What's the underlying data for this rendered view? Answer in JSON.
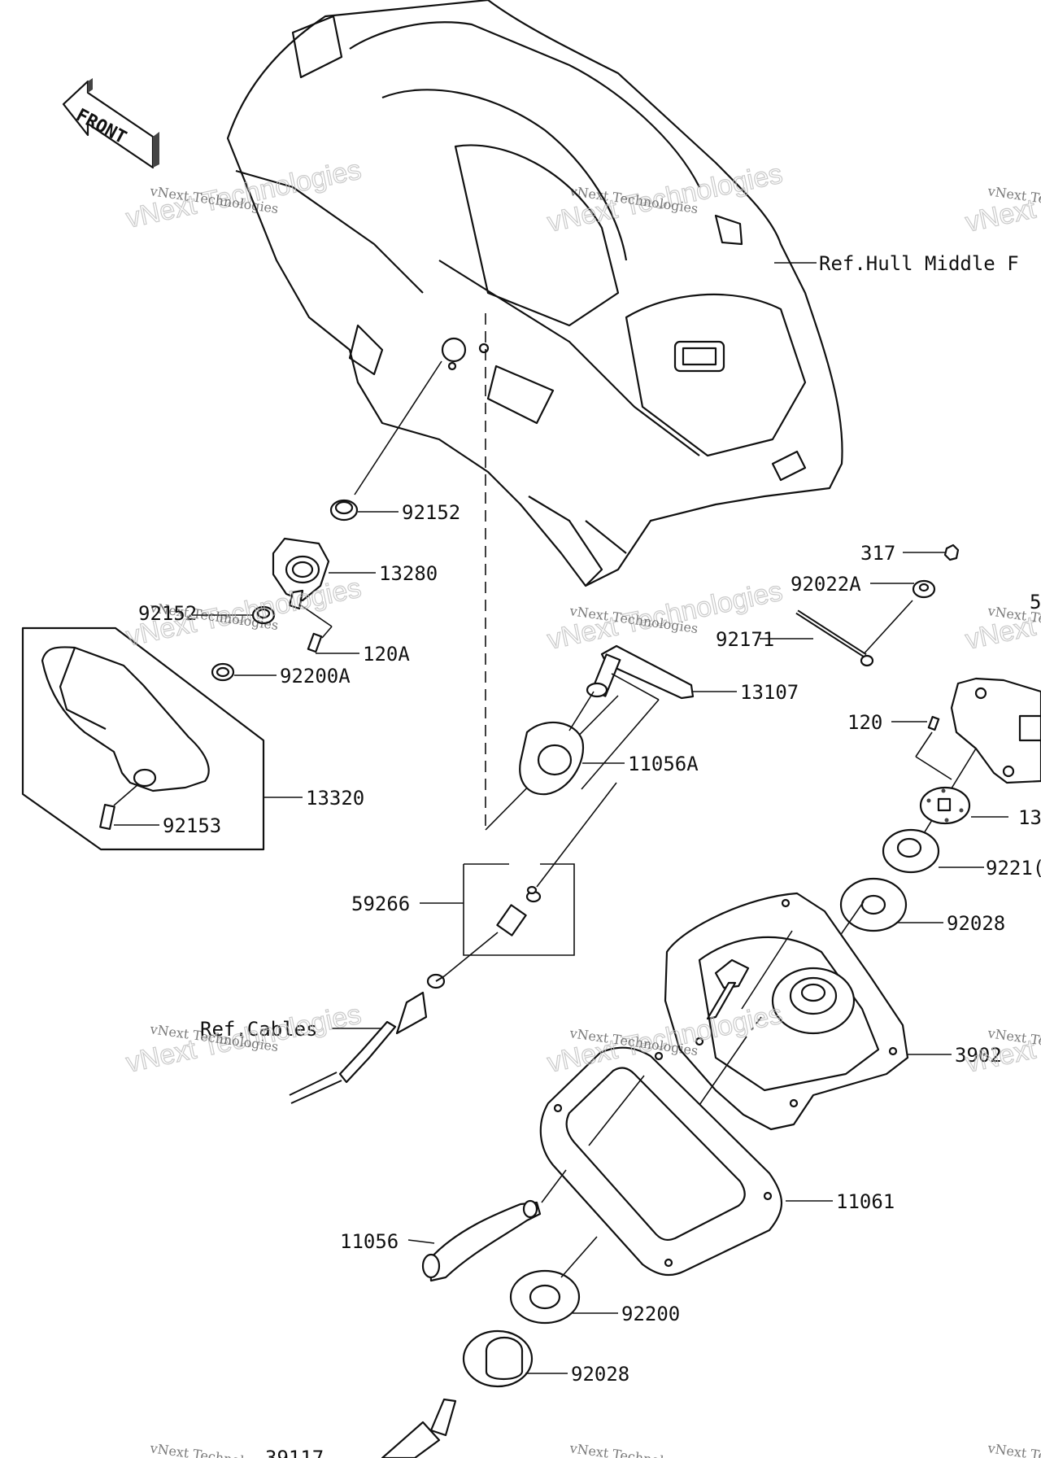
{
  "diagram": {
    "orientation_label": "FRONT",
    "watermark": "vNext Technologies",
    "reference_labels": {
      "hull": "Ref.Hull Middle F",
      "cables": "Ref.Cables"
    },
    "part_labels": {
      "p92152_top": "92152",
      "p13280": "13280",
      "p92152_left": "92152",
      "p120A": "120A",
      "p92200A": "92200A",
      "p13320": "13320",
      "p92153": "92153",
      "p317": "317",
      "p92022A": "92022A",
      "p92171": "92171",
      "p13107": "13107",
      "p11056A": "11056A",
      "p120": "120",
      "p13_partial": "13",
      "p9221_partial": "9221(",
      "p92028_right": "92028",
      "p59266": "59266",
      "p3902_partial": "3902",
      "p11061": "11061",
      "p11056": "11056",
      "p92200": "92200",
      "p92028_bottom": "92028",
      "p39117_partial": "39117",
      "p5_partial": "5"
    }
  }
}
